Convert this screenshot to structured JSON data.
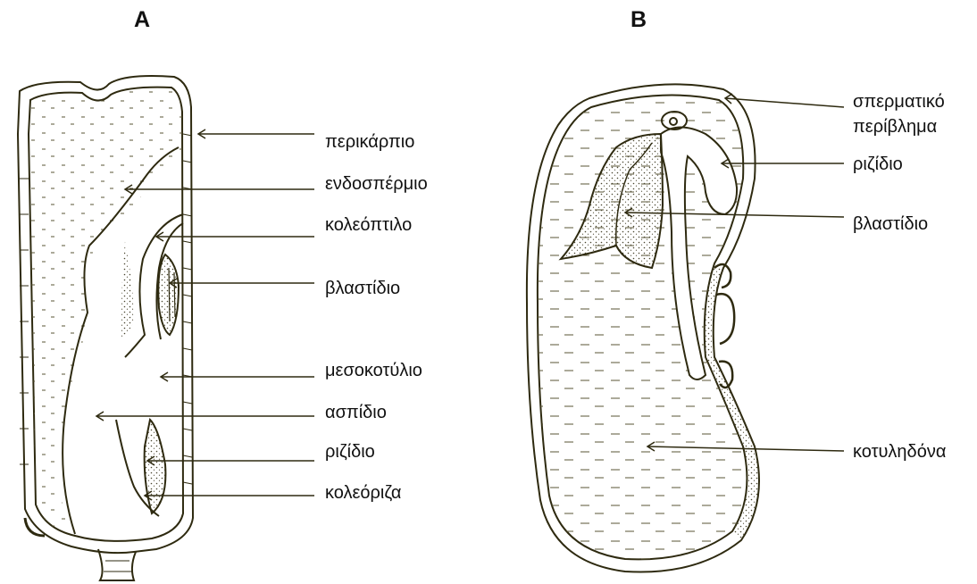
{
  "panels": [
    {
      "letter": "A",
      "labels": [
        "περικάρπιο",
        "ενδοσπέρμιο",
        "κολεόπτιλο",
        "βλαστίδιο",
        "μεσοκοτύλιο",
        "ασπίδιο",
        "ριζίδιο",
        "κολεόριζα"
      ]
    },
    {
      "letter": "B",
      "labels": [
        "σπερματικό",
        "περίβλημα",
        "ριζίδιο",
        "βλαστίδιο",
        "κοτυληδόνα"
      ]
    }
  ],
  "colors": {
    "ink": "#2e2a10",
    "text": "#111111",
    "dots": "#4a4630"
  }
}
